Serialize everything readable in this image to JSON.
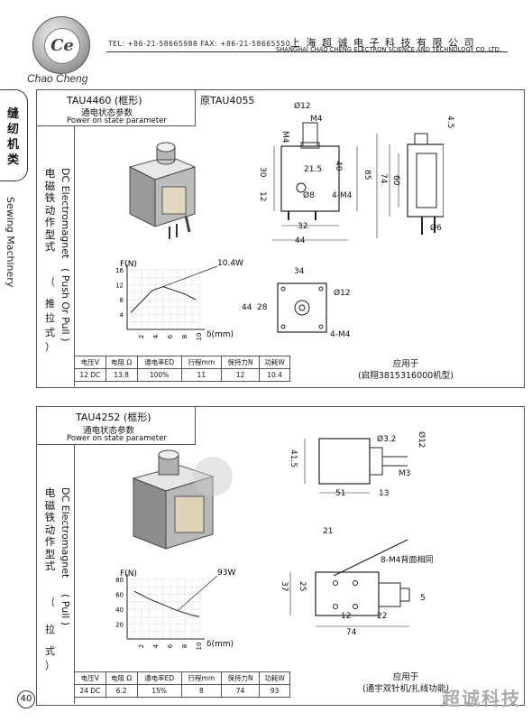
{
  "header": {
    "brand": "Chao Cheng",
    "logo_letters": "Ce",
    "contact": "TEL: +86-21-58665988  FAX: +86-21-58665550",
    "company_cn": "上海超诚电子科技有限公司",
    "company_en": "SHANGHAI CHAO CHENG ELECTRON SCIENCE AND TECHNOLOGY CO.,LTD."
  },
  "side": {
    "category_cn": "缝纫机类",
    "category_en": "Sewing Machinery"
  },
  "product1": {
    "model": "TAU4460 (框形)",
    "original": "原TAU4055",
    "param_cn": "通电状态参数",
    "param_en": "Power on state parameter",
    "type_cn": "电磁铁动作型式",
    "type_en": "DC Electromagnet",
    "action_en": "( Push Or Pull )",
    "action_cn": [
      "（",
      "推",
      "拉",
      "式",
      "）"
    ],
    "chart_power": "10.4W",
    "applied_cn": "应用于",
    "applied_to": "(启翔3815316000机型)",
    "table_headers": [
      "电压V",
      "电阻 Ω",
      "通电率ED",
      "行程mm",
      "保持力N",
      "功耗W"
    ],
    "table_values": [
      "12 DC",
      "13.8",
      "100%",
      "11",
      "12",
      "10.4"
    ],
    "dims_front": {
      "d12": "Ø12",
      "m4": "M4",
      "d21_5": "21.5",
      "d8": "Ø8",
      "m4x4": "4-M4",
      "d30": "30",
      "d12b": "12",
      "d40": "40",
      "d32": "32",
      "d44": "44",
      "m4v": "M4"
    },
    "dims_side": {
      "d4_5": "4.5",
      "d85": "85",
      "d74": "74",
      "d60": "60",
      "d6": "Ø6"
    },
    "dims_bottom": {
      "d34": "34",
      "d12": "Ø12",
      "d44": "44",
      "d28": "28",
      "m4x4": "4-M4"
    }
  },
  "product2": {
    "model": "TAU4252 (框形)",
    "param_cn": "通电状态参数",
    "param_en": "Power on state parameter",
    "type_cn": "电磁铁动作型式",
    "type_en": "DC Electromagnet",
    "action_en": "( Pull )",
    "action_cn": [
      "（",
      "拉",
      "式",
      "）"
    ],
    "chart_power": "93W",
    "applied_cn": "应用于",
    "applied_to": "(通宇双针机/扎线功能)",
    "table_headers": [
      "电压V",
      "电阻 Ω",
      "通电率ED",
      "行程mm",
      "保持力N",
      "功耗W"
    ],
    "table_values": [
      "24 DC",
      "6.2",
      "15%",
      "8",
      "74",
      "93"
    ],
    "dims_top": {
      "d3_2": "Ø3.2",
      "d12": "Ø12",
      "d41_5": "41.5",
      "m3": "M3",
      "d51": "51",
      "d13": "13"
    },
    "dims_bottom": {
      "d21": "21",
      "m4back": "8-M4背面相同",
      "d37": "37",
      "d25": "25",
      "d5": "5",
      "d12": "12",
      "d22": "22",
      "d74": "74"
    }
  },
  "chart_data": [
    {
      "type": "line",
      "title": "",
      "xlabel": "δ(mm)",
      "ylabel": "F(N)",
      "x_ticks": [
        2,
        4,
        6,
        8,
        10
      ],
      "y_ticks": [
        4,
        8,
        12,
        16
      ],
      "ylim": [
        0,
        16
      ],
      "xlim": [
        0,
        10
      ],
      "annotation": "10.4W",
      "series": [
        {
          "x": [
            0.5,
            2,
            3.5,
            5,
            6.5,
            8,
            9.5
          ],
          "y": [
            4.5,
            7.5,
            10.5,
            11.5,
            10.5,
            9.5,
            8
          ]
        }
      ]
    },
    {
      "type": "line",
      "title": "",
      "xlabel": "δ(mm)",
      "ylabel": "F(N)",
      "x_ticks": [
        2,
        4,
        6,
        8,
        10
      ],
      "y_ticks": [
        20,
        40,
        60,
        80
      ],
      "ylim": [
        0,
        80
      ],
      "xlim": [
        0,
        10
      ],
      "annotation": "93W",
      "series": [
        {
          "x": [
            1,
            3,
            5,
            7,
            9,
            10
          ],
          "y": [
            64,
            54,
            46,
            38,
            32,
            30
          ]
        }
      ]
    }
  ]
}
